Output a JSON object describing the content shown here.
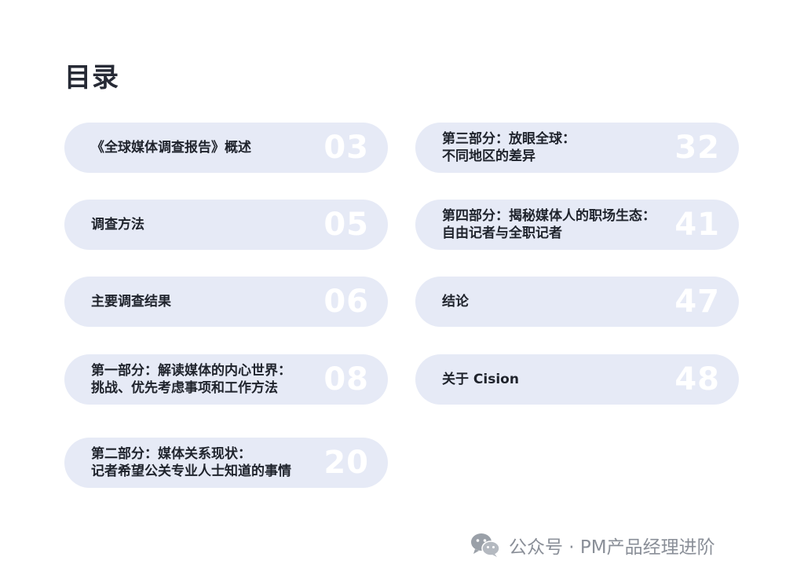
{
  "title": "目录",
  "left_column": [
    {
      "lines": [
        "《全球媒体调查报告》概述"
      ],
      "page": "03"
    },
    {
      "lines": [
        "调查方法"
      ],
      "page": "05"
    },
    {
      "lines": [
        "主要调查结果"
      ],
      "page": "06"
    },
    {
      "lines": [
        "第一部分：解读媒体的内心世界：",
        "挑战、优先考虑事项和工作方法"
      ],
      "page": "08"
    },
    {
      "lines": [
        "第二部分：媒体关系现状：",
        "记者希望公关专业人士知道的事情"
      ],
      "page": "20"
    }
  ],
  "right_column": [
    {
      "lines": [
        "第三部分：放眼全球：",
        "不同地区的差异"
      ],
      "page": "32"
    },
    {
      "lines": [
        "第四部分：揭秘媒体人的职场生态：",
        "自由记者与全职记者"
      ],
      "page": "41"
    },
    {
      "lines": [
        "结论"
      ],
      "page": "47"
    },
    {
      "lines": [
        "关于 Cision"
      ],
      "page": "48"
    }
  ],
  "footer": {
    "icon": "wechat-icon",
    "text": "公众号 · PM产品经理进阶"
  },
  "colors": {
    "pill_bg": "#e6eaf6",
    "page_number": "#ffffff",
    "title": "#262a35",
    "footer_text": "#8a8f98"
  }
}
